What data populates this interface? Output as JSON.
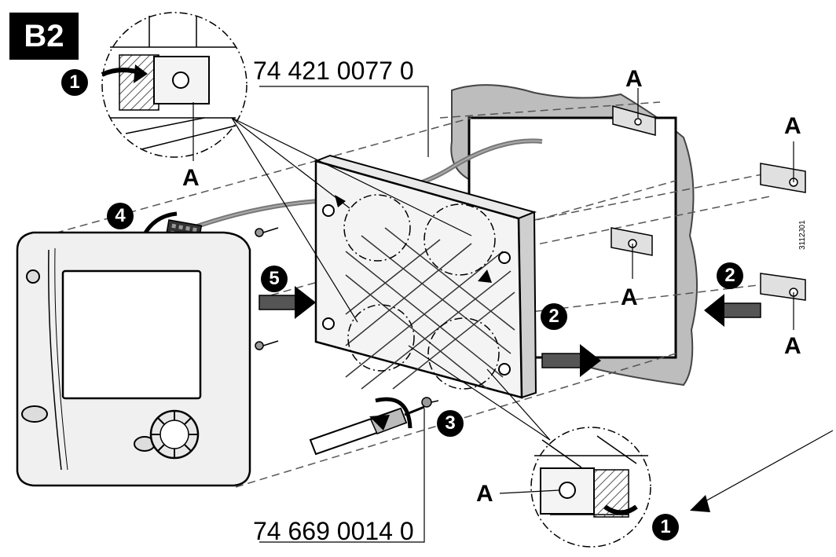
{
  "figure_tag": "B2",
  "part_numbers": {
    "top": "74 421 0077 0",
    "bottom": "74 669 0014 0"
  },
  "drawing_code": "3112J01",
  "labels": {
    "a": "A"
  },
  "steps": {
    "s1": "1",
    "s2": "2",
    "s3": "3",
    "s4": "4",
    "s5": "5"
  }
}
